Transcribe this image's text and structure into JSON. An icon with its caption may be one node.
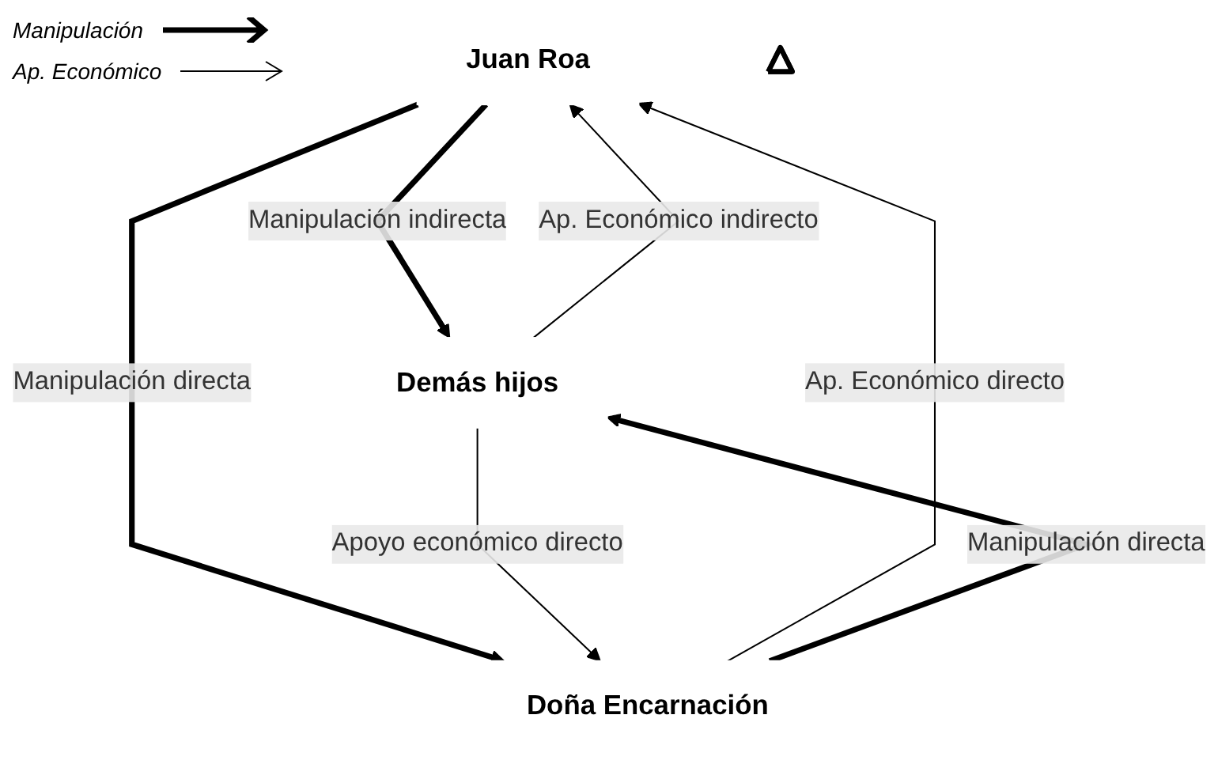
{
  "diagram": {
    "nodes": [
      {
        "text": [
          "Juan Roa"
        ]
      },
      {
        "text": [
          "Demás hijos"
        ]
      },
      {
        "text": [
          "Doña Encarnación"
        ]
      },
      {
        "text": [],
        "shape": "triangle"
      }
    ],
    "edges": [
      {
        "from": 0,
        "to": 1,
        "arrow": "to",
        "style": "thick",
        "label": "Manipulación indirecta"
      },
      {
        "from": 1,
        "to": 0,
        "arrow": "to",
        "label": "Ap. Económico indirecto"
      },
      {
        "from": 0,
        "to": 2,
        "arrow": "to",
        "style": "thick",
        "label": "Manipulación directa"
      },
      {
        "from": 2,
        "to": 0,
        "arrow": "to",
        "label": "Ap. Económico directo"
      },
      {
        "from": 2,
        "to": 1,
        "arrow": "to",
        "style": "thick",
        "label": "Manipulación directa"
      },
      {
        "from": 1,
        "to": 2,
        "arrow": "to",
        "label": "Apoyo económico directo"
      }
    ],
    "legend": [
      {
        "text": "Manipulación"
      },
      {
        "text": "Ap. Económico"
      }
    ]
  }
}
